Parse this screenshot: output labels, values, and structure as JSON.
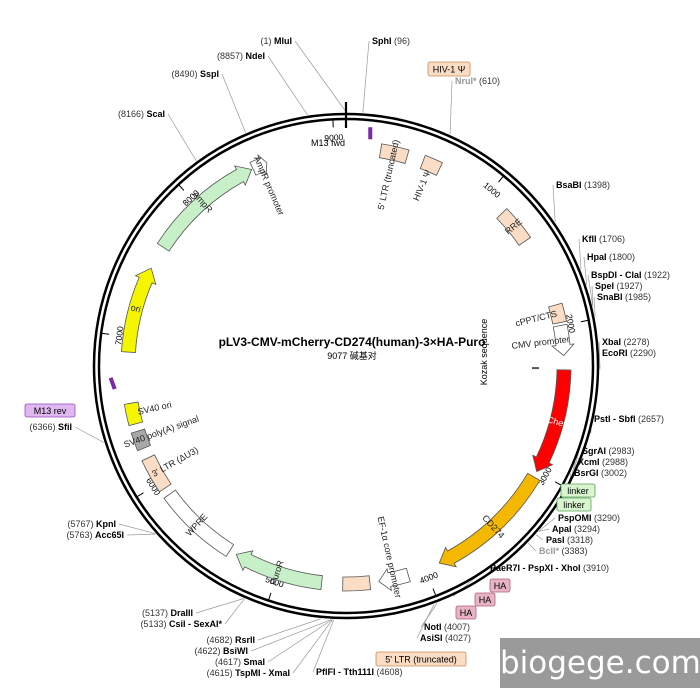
{
  "plasmid": {
    "name": "pLV3-CMV-mCherry-CD274(human)-3×HA-Puro",
    "size_text": "9077 碱基对",
    "length": 9077
  },
  "ticks": [
    "1000",
    "2000",
    "3000",
    "4000",
    "5000",
    "6000",
    "7000",
    "8000",
    "9000"
  ],
  "sites": [
    {
      "id": "mlui",
      "name": "MluI",
      "pos": "(1)",
      "bp": 1,
      "side": "left"
    },
    {
      "id": "sphi",
      "name": "SphI",
      "pos": "(96)",
      "bp": 96,
      "side": "right"
    },
    {
      "id": "nrui",
      "name": "NruI*",
      "pos": "(610)",
      "bp": 610,
      "side": "right",
      "muted": true
    },
    {
      "id": "bsabi",
      "name": "BsaBI",
      "pos": "(1398)",
      "bp": 1398,
      "side": "right"
    },
    {
      "id": "kfli",
      "name": "KflI",
      "pos": "(1706)",
      "bp": 1706,
      "side": "right"
    },
    {
      "id": "hpai",
      "name": "HpaI",
      "pos": "(1800)",
      "bp": 1800,
      "side": "right"
    },
    {
      "id": "bspdi",
      "name": "BspDI - ClaI",
      "pos": "(1922)",
      "bp": 1922,
      "side": "right"
    },
    {
      "id": "spei",
      "name": "SpeI",
      "pos": "(1927)",
      "bp": 1927,
      "side": "right"
    },
    {
      "id": "snabi",
      "name": "SnaBI",
      "pos": "(1985)",
      "bp": 1985,
      "side": "right"
    },
    {
      "id": "xbai",
      "name": "XbaI",
      "pos": "(2278)",
      "bp": 2278,
      "side": "right"
    },
    {
      "id": "ecori",
      "name": "EcoRI",
      "pos": "(2290)",
      "bp": 2290,
      "side": "right"
    },
    {
      "id": "psti",
      "name": "PstI - SbfI",
      "pos": "(2657)",
      "bp": 2657,
      "side": "right"
    },
    {
      "id": "sgrai",
      "name": "SgrAI",
      "pos": "(2983)",
      "bp": 2983,
      "side": "right"
    },
    {
      "id": "xcmi",
      "name": "XcmI",
      "pos": "(2988)",
      "bp": 2988,
      "side": "right"
    },
    {
      "id": "bsrgi",
      "name": "BsrGI",
      "pos": "(3002)",
      "bp": 3002,
      "side": "right"
    },
    {
      "id": "pspomi",
      "name": "PspOMI",
      "pos": "(3290)",
      "bp": 3290,
      "side": "right"
    },
    {
      "id": "apai",
      "name": "ApaI",
      "pos": "(3294)",
      "bp": 3294,
      "side": "right"
    },
    {
      "id": "pasi",
      "name": "PasI",
      "pos": "(3318)",
      "bp": 3318,
      "side": "right"
    },
    {
      "id": "bcli",
      "name": "BclI*",
      "pos": "(3383)",
      "bp": 3383,
      "side": "right",
      "muted": true
    },
    {
      "id": "paer7i",
      "name": "PaeR7I - PspXI - XhoI",
      "pos": "(3910)",
      "bp": 3910,
      "side": "right"
    },
    {
      "id": "noti",
      "name": "NotI",
      "pos": "(4007)",
      "bp": 4007,
      "side": "right"
    },
    {
      "id": "asisi",
      "name": "AsiSI",
      "pos": "(4027)",
      "bp": 4027,
      "side": "right"
    },
    {
      "id": "pflfi",
      "name": "PflFI - Tth111I",
      "pos": "(4608)",
      "bp": 4608,
      "side": "right"
    },
    {
      "id": "tspmi",
      "name": "TspMI - XmaI",
      "pos": "(4615)",
      "bp": 4615,
      "side": "left"
    },
    {
      "id": "smai",
      "name": "SmaI",
      "pos": "(4617)",
      "bp": 4617,
      "side": "left"
    },
    {
      "id": "bsiwi",
      "name": "BsiWI",
      "pos": "(4622)",
      "bp": 4622,
      "side": "left"
    },
    {
      "id": "rsrii",
      "name": "RsrII",
      "pos": "(4682)",
      "bp": 4682,
      "side": "left"
    },
    {
      "id": "csii",
      "name": "CsiI - SexAI*",
      "pos": "(5133)",
      "bp": 5133,
      "side": "left"
    },
    {
      "id": "draiii",
      "name": "DraIII",
      "pos": "(5137)",
      "bp": 5137,
      "side": "left"
    },
    {
      "id": "acc65i",
      "name": "Acc65I",
      "pos": "(5763)",
      "bp": 5763,
      "side": "left"
    },
    {
      "id": "kpni",
      "name": "KpnI",
      "pos": "(5767)",
      "bp": 5767,
      "side": "left"
    },
    {
      "id": "sfii",
      "name": "SfiI",
      "pos": "(6366)",
      "bp": 6366,
      "side": "left"
    },
    {
      "id": "scai",
      "name": "ScaI",
      "pos": "(8166)",
      "bp": 8166,
      "side": "left"
    },
    {
      "id": "sspi",
      "name": "SspI",
      "pos": "(8490)",
      "bp": 8490,
      "side": "left"
    },
    {
      "id": "ndei",
      "name": "NdeI",
      "pos": "(8857)",
      "bp": 8857,
      "side": "left"
    }
  ],
  "features": [
    {
      "id": "ltr5-top",
      "label": "5' LTR (truncated)",
      "start": 230,
      "end": 410,
      "color": "#fbdcc4",
      "arrow": false
    },
    {
      "id": "hiv-psi",
      "label": "HIV-1 Ψ",
      "start": 520,
      "end": 640,
      "color": "#fbdcc4",
      "arrow": false
    },
    {
      "id": "rre",
      "label": "RRE",
      "start": 1150,
      "end": 1390,
      "color": "#fbdcc4",
      "arrow": false
    },
    {
      "id": "cppt",
      "label": "cPPT/CTS",
      "start": 1860,
      "end": 1980,
      "color": "#fbdcc4",
      "arrow": false
    },
    {
      "id": "cmv",
      "label": "CMV promoter",
      "start": 2000,
      "end": 2200,
      "color": "#ffffff",
      "arrow": true
    },
    {
      "id": "mcherry",
      "label": "mCherry",
      "start": 2295,
      "end": 3000,
      "color": "#ff0000",
      "arrow": true
    },
    {
      "id": "cd274",
      "label": "CD274",
      "start": 3040,
      "end": 3900,
      "color": "#f5b800",
      "arrow": true
    },
    {
      "id": "ef1a",
      "label": "EF-1α core promoter",
      "start": 4120,
      "end": 4320,
      "color": "#ffffff",
      "arrow": true
    },
    {
      "id": "ltr5-bottom",
      "label": "",
      "start": 4380,
      "end": 4560,
      "color": "#fbdcc4",
      "arrow": false
    },
    {
      "id": "puror",
      "label": "PuroR",
      "start": 4700,
      "end": 5300,
      "color": "#c8f0c8",
      "arrow": true
    },
    {
      "id": "wpre",
      "label": "WPRE",
      "start": 5350,
      "end": 5900,
      "color": "#ffffff",
      "arrow": false
    },
    {
      "id": "ltr3",
      "label": "3' LTR (ΔU3)",
      "start": 5950,
      "end": 6180,
      "color": "#fbdcc4",
      "arrow": false
    },
    {
      "id": "sv40pa",
      "label": "SV40 poly(A) signal",
      "start": 6250,
      "end": 6370,
      "color": "#a8a8a8",
      "arrow": false
    },
    {
      "id": "sv40ori",
      "label": "SV40 ori",
      "start": 6420,
      "end": 6560,
      "color": "#f5f500",
      "arrow": false
    },
    {
      "id": "ori",
      "label": "ori",
      "start": 6900,
      "end": 7480,
      "color": "#f5f500",
      "arrow": true
    },
    {
      "id": "ampr",
      "label": "AmpR",
      "start": 7640,
      "end": 8430,
      "color": "#c8f0c8",
      "arrow": true
    },
    {
      "id": "ampr-prom",
      "label": "AmpR promoter",
      "start": 8440,
      "end": 8540,
      "color": "#ffffff",
      "arrow": true
    }
  ],
  "tags": [
    {
      "id": "hiv-label",
      "label": "HIV-1 Ψ",
      "fill": "#fbdcc4",
      "stroke": "#c88a5a"
    },
    {
      "id": "m13rev",
      "label": "M13 rev",
      "fill": "#e0b8f0",
      "stroke": "#9a4ac0"
    },
    {
      "id": "linker1",
      "label": "linker",
      "fill": "#d8f5d0",
      "stroke": "#5aa05a"
    },
    {
      "id": "linker2",
      "label": "linker",
      "fill": "#d8f5d0",
      "stroke": "#5aa05a"
    },
    {
      "id": "ha1",
      "label": "HA",
      "fill": "#e8b4c4",
      "stroke": "#b06080"
    },
    {
      "id": "ha2",
      "label": "HA",
      "fill": "#e8b4c4",
      "stroke": "#b06080"
    },
    {
      "id": "ha3",
      "label": "HA",
      "fill": "#e8b4c4",
      "stroke": "#b06080"
    },
    {
      "id": "ltr5-bottom-label",
      "label": "5' LTR (truncated)",
      "fill": "#fbdcc4",
      "stroke": "#c88a5a"
    }
  ],
  "extra_labels": {
    "m13fwd": "M13 fwd",
    "kozak": "Kozak sequence",
    "sv40ori_text": "SV40 ori"
  },
  "watermark": "biogege.com",
  "colors": {
    "backbone": "#000000",
    "m13": "#7a2aa8",
    "muted_site": "#999999"
  }
}
